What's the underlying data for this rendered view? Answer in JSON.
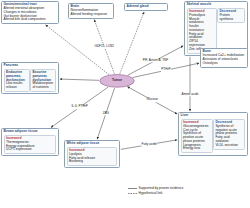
{
  "diagram": {
    "nodes": [
      {
        "text": [
          "Gastrointestinal tract",
          "Altered intestinal absorption",
          "Changes in microbiota",
          "Gut barrier dysfunction",
          "Altered bile acid composition"
        ]
      },
      {
        "text": [
          "Pancreas"
        ]
      },
      {
        "text": [
          "Endocrine pancreas dysfunction",
          "Low insulin release"
        ],
        "in": 1
      },
      {
        "text": [
          "Exocrine pancreas dysfunction",
          "Malabsorption of nutrients"
        ],
        "in": 1
      },
      {
        "text": [
          "Brain",
          "Neuroinflammation",
          "Altered feeding response"
        ]
      },
      {
        "text": [
          "Adrenal gland"
        ]
      },
      {
        "text": [
          "Skeletal muscle"
        ]
      },
      {
        "text": [
          "Increased",
          "Proteolysis",
          "Muscle weakness",
          "Insulin resistance",
          "Fatty acid oxidation",
          "ZIP14 expression",
          "Zinc influx"
        ],
        "in": 6
      },
      {
        "text": [
          "Decreased",
          "Protein synthesis"
        ],
        "in": 6
      },
      {
        "text": [
          "Bone",
          "Increased Ca2+ mobilization",
          "Activation of osteoclasts",
          "Osteolysis"
        ]
      },
      {
        "text": [
          "Tumor"
        ]
      },
      {
        "text": [
          "Liver"
        ]
      },
      {
        "text": [
          "Increased",
          "Gluconeogenesis",
          "Cori cycle",
          "Synthesis of positive acute phase proteins",
          "Lipogenesis",
          "Energy loss"
        ],
        "in": 11
      },
      {
        "text": [
          "Decreased",
          "Synthesis of negative acute phase proteins",
          "Fatty acid oxidation",
          "VLDL secretion"
        ],
        "in": 11
      },
      {
        "text": [
          "Brown adipose tissue"
        ]
      },
      {
        "text": [
          "Increased",
          "Thermogenesis",
          "Energy expenditure",
          "UCP1 expression"
        ],
        "in": 14
      },
      {
        "text": [
          "White adipose tissue"
        ]
      },
      {
        "text": [
          "Increased",
          "Lipolysis",
          "Fatty acid release",
          "Browning"
        ],
        "in": 16
      }
    ],
    "edges": [
      {
        "from": 10,
        "to": 4,
        "arrow": "to",
        "label": "GDF15, LCN2"
      },
      {
        "from": 10,
        "to": 0,
        "arrow": "to"
      },
      {
        "from": 10,
        "to": 1,
        "arrow": "to"
      },
      {
        "from": 10,
        "to": 5,
        "arrow": "to"
      },
      {
        "from": 10,
        "to": 6,
        "arrow": "to",
        "label": "PIF, Activin A, TNF"
      },
      {
        "from": 10,
        "to": 9,
        "arrow": "to",
        "label": "PTHrP"
      },
      {
        "from": 10,
        "to": 11,
        "arrow": "both",
        "label": "Glucose"
      },
      {
        "from": 10,
        "to": 16,
        "arrow": "to",
        "label": "ZAG"
      },
      {
        "from": 10,
        "to": 14,
        "arrow": "to",
        "label": "IL-6, PTHrP"
      },
      {
        "from": 16,
        "to": 11,
        "arrow": "to",
        "label": "Fatty acids"
      },
      {
        "from": 6,
        "to": 11,
        "arrow": "to",
        "label": "Amino acids"
      }
    ],
    "legend": [
      {
        "text": "Supported by proven evidence"
      },
      {
        "text": "Hypothetical link"
      }
    ]
  }
}
